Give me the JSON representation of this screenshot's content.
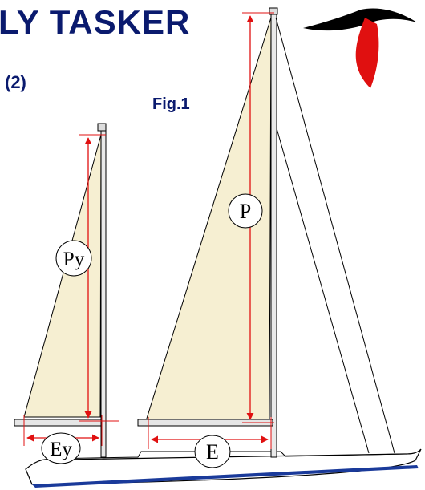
{
  "header": {
    "title": "LY TASKER",
    "subtitle": "(2)"
  },
  "figure": {
    "label": "Fig.1"
  },
  "dimensions": {
    "main_luff": "P",
    "main_foot": "E",
    "mizzen_luff": "Py",
    "mizzen_foot": "Ey"
  },
  "colors": {
    "title": "#0a1a6e",
    "subtitle": "#0a1a6e",
    "sail": "#f6efd2",
    "dimension_line": "#e01010",
    "logo_black": "#000000",
    "logo_red": "#e01010",
    "hull_stripe": "#1a3a9a"
  }
}
